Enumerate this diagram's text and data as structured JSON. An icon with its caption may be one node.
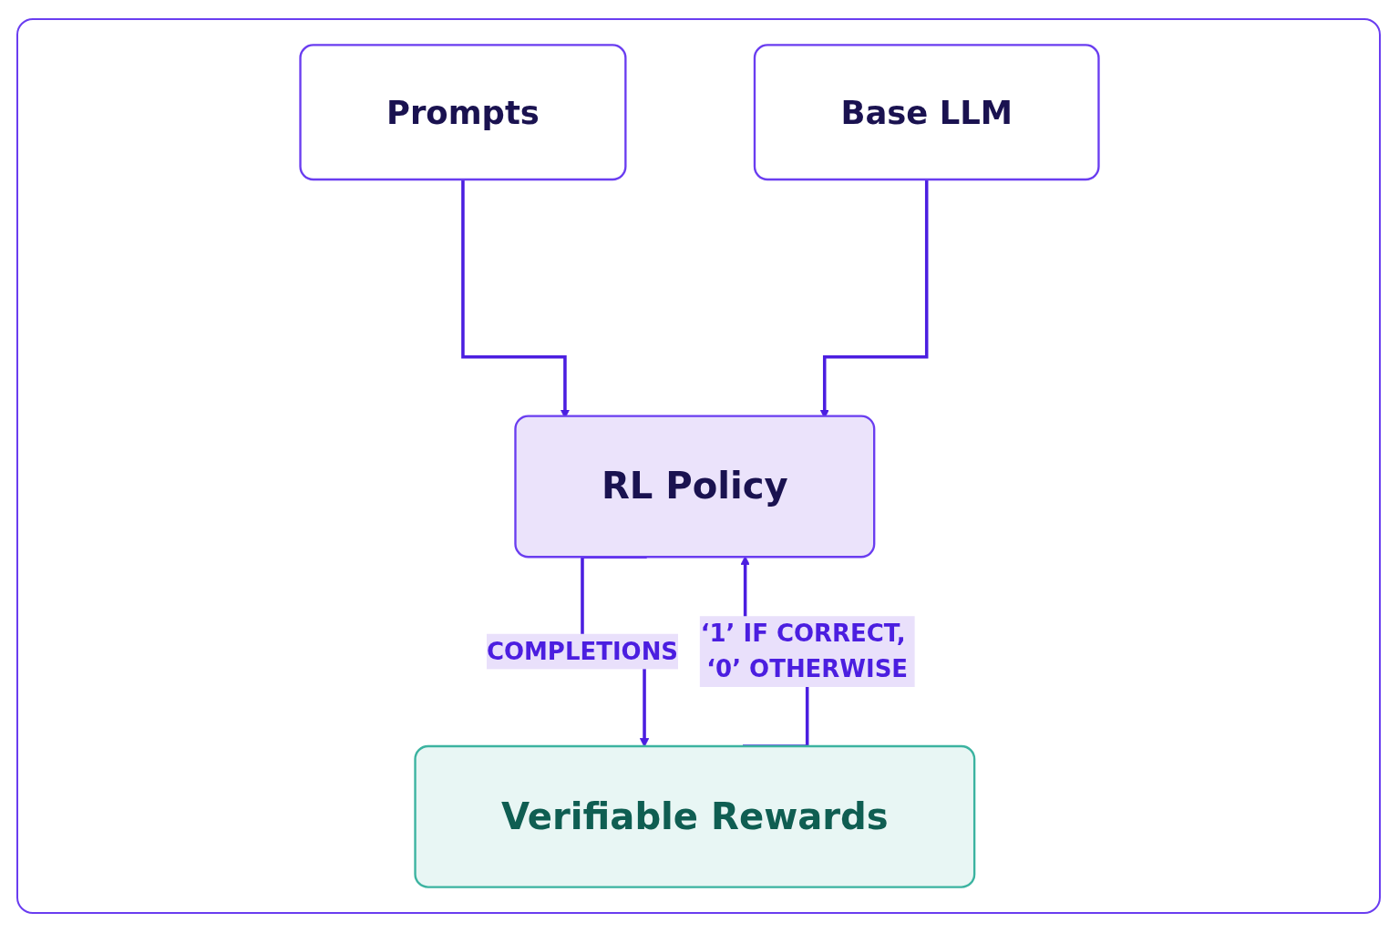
{
  "diagram": {
    "nodes": [
      {
        "text": [
          "Prompts"
        ]
      },
      {
        "text": [
          "Base LLM"
        ]
      },
      {
        "text": [
          "RL Policy"
        ]
      },
      {
        "text": [
          "Verifiable Rewards"
        ]
      }
    ],
    "edges": [
      {
        "from": 0,
        "to": 2,
        "arrow": "to"
      },
      {
        "from": 1,
        "to": 2,
        "arrow": "to"
      },
      {
        "from": 2,
        "to": 3,
        "arrow": "to",
        "label": "COMPLETIONS"
      },
      {
        "from": 3,
        "to": 2,
        "arrow": "to",
        "label": "‘1’ IF CORRECT, ‘0’ OTHERWISE"
      }
    ]
  }
}
